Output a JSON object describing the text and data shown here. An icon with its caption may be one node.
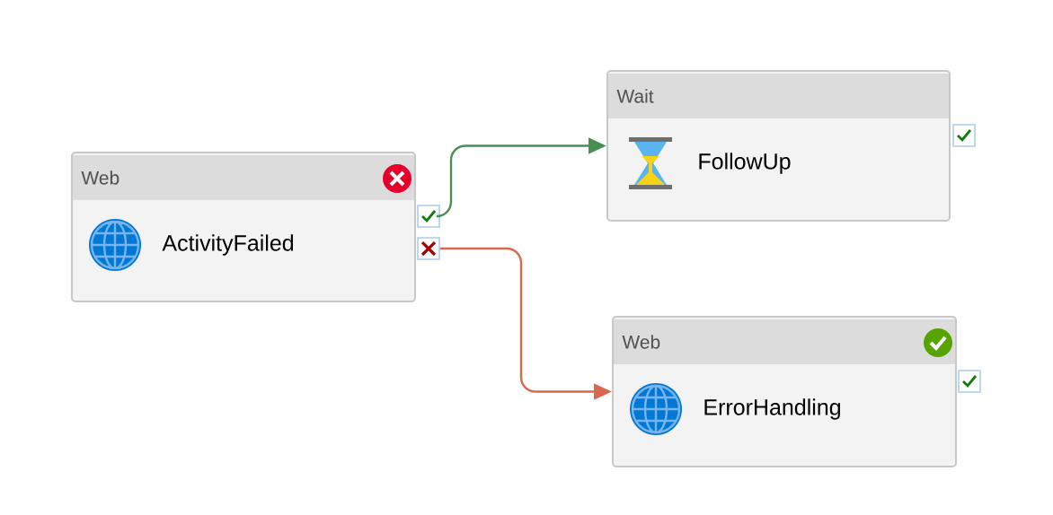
{
  "diagram": {
    "nodes": [
      {
        "text": [
          "Web",
          "ActivityFailed"
        ]
      },
      {
        "text": [
          "Wait",
          "FollowUp"
        ]
      },
      {
        "text": [
          "Web",
          "ErrorHandling"
        ]
      },
      {
        "text": [],
        "shape": "box"
      },
      {
        "text": [],
        "shape": "box"
      },
      {
        "text": [],
        "shape": "box"
      },
      {
        "text": [],
        "shape": "box"
      }
    ],
    "edges": [
      {
        "from": 3,
        "to": 1,
        "arrow": "to",
        "color": "#4a8f52"
      },
      {
        "from": 4,
        "to": 2,
        "arrow": "to",
        "color": "#d9694a"
      }
    ]
  }
}
